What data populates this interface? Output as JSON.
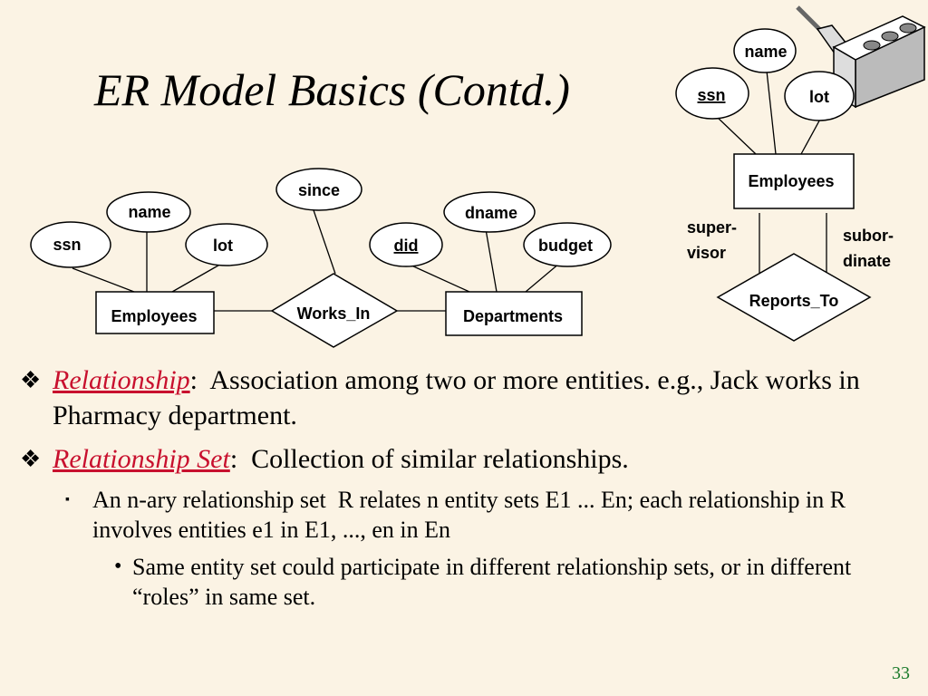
{
  "slide": {
    "title": "ER Model Basics (Contd.)",
    "page_number": "33"
  },
  "diagram_left": {
    "entity_employees": "Employees",
    "entity_departments": "Departments",
    "relationship": "Works_In",
    "attr_ssn": "ssn",
    "attr_name": "name",
    "attr_lot": "lot",
    "attr_since": "since",
    "attr_did": "did",
    "attr_dname": "dname",
    "attr_budget": "budget"
  },
  "diagram_right": {
    "attr_name": "name",
    "attr_ssn": "ssn",
    "attr_lot": "lot",
    "entity_employees": "Employees",
    "role_supervisor_1": "super-",
    "role_supervisor_2": "visor",
    "role_subordinate_1": "subor-",
    "role_subordinate_2": "dinate",
    "relationship": "Reports_To"
  },
  "bullets": {
    "b1_term": "Relationship",
    "b1_sep": ":",
    "b1_text": "  Association among two or more entities. e.g., Jack works in Pharmacy department.",
    "b2_term": "Relationship Set",
    "b2_sep": ":",
    "b2_text": "  Collection of similar relationships.",
    "b2_sub": "An n-ary relationship set  R relates n entity sets E1 ... En; each relationship in R involves entities e1 in E1, ..., en in En",
    "b2_subsub": "Same entity set could participate in different relationship sets, or in different “roles” in same set."
  },
  "icons": {
    "bullet_level1": "diamond-flower-bullet",
    "bullet_level2": "small-square-bullet",
    "bullet_level3": "round-bullet",
    "decoration": "brick-and-trowel"
  },
  "colors": {
    "background": "#fbf3e4",
    "term": "#c8102e",
    "page_number": "#1a7a2a"
  }
}
